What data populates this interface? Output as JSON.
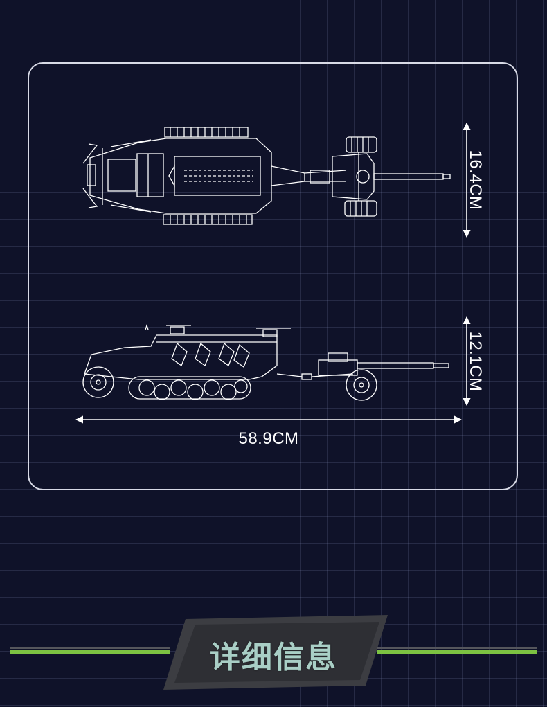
{
  "dimensions": {
    "depth": "16.4CM",
    "height": "12.1CM",
    "length": "58.9CM"
  },
  "banner": {
    "title": "详细信息"
  },
  "colors": {
    "background": "#0f1229",
    "grid": "#3a4060",
    "frame": "#d8dae6",
    "line_art": "#ffffff",
    "accent_green": "#7cc242",
    "banner_bar": "#3c3d42",
    "title_text": "#a9cfc6"
  }
}
